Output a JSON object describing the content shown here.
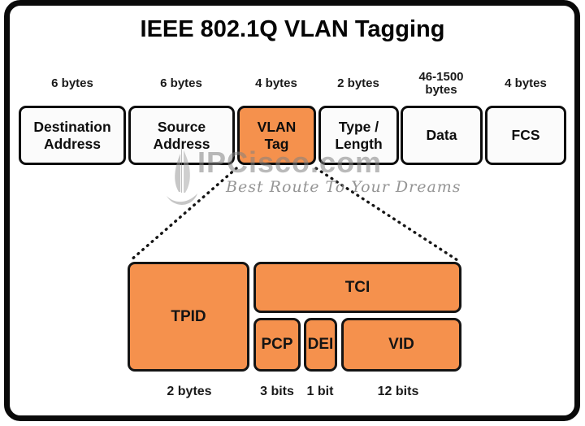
{
  "title": "IEEE 802.1Q VLAN Tagging",
  "colors": {
    "highlight_orange": "#f5914d",
    "box_background": "#fbfbfb",
    "box_border": "#0d0d0d",
    "watermark_gray": "#828282"
  },
  "frame_fields": [
    {
      "label": "Destination\nAddress",
      "size": "6 bytes",
      "highlight": false
    },
    {
      "label": "Source\nAddress",
      "size": "6 bytes",
      "highlight": false
    },
    {
      "label": "VLAN\nTag",
      "size": "4 bytes",
      "highlight": true
    },
    {
      "label": "Type /\nLength",
      "size": "2 bytes",
      "highlight": false
    },
    {
      "label": "Data",
      "size": "46-1500\nbytes",
      "highlight": false
    },
    {
      "label": "FCS",
      "size": "4 bytes",
      "highlight": false
    }
  ],
  "vlan_tag_fields": {
    "tpid": {
      "label": "TPID",
      "size": "2 bytes"
    },
    "tci": {
      "label": "TCI"
    },
    "pcp": {
      "label": "PCP",
      "size": "3 bits"
    },
    "dei": {
      "label": "DEI",
      "size": "1 bit"
    },
    "vid": {
      "label": "VID",
      "size": "12 bits"
    }
  },
  "watermark": {
    "brand": "IPCisco.com",
    "tagline": "Best Route To Your Dreams",
    "logo": "sailboat-icon"
  }
}
